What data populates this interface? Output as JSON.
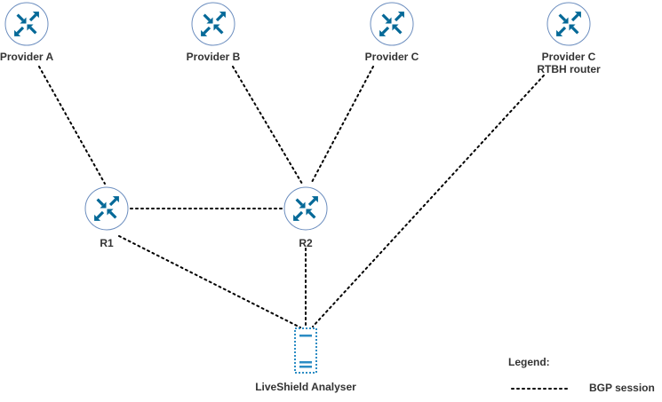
{
  "diagram": {
    "nodes": {
      "provider_a": {
        "label": "Provider A",
        "kind": "router-icon"
      },
      "provider_b": {
        "label": "Provider B",
        "kind": "router-icon"
      },
      "provider_c": {
        "label": "Provider C",
        "kind": "router-icon"
      },
      "provider_c_rtbh": {
        "label_line1": "Provider C",
        "label_line2": "RTBH router",
        "kind": "router-icon"
      },
      "r1": {
        "label": "R1",
        "kind": "router-icon"
      },
      "r2": {
        "label": "R2",
        "kind": "router-icon"
      },
      "liveshield": {
        "label": "LiveShield Analyser",
        "kind": "server-icon"
      }
    },
    "links": [
      {
        "from": "Provider A",
        "to": "R1",
        "type": "BGP session"
      },
      {
        "from": "R1",
        "to": "R2",
        "type": "BGP session"
      },
      {
        "from": "Provider B",
        "to": "R2",
        "type": "BGP session"
      },
      {
        "from": "Provider C",
        "to": "R2",
        "type": "BGP session"
      },
      {
        "from": "Provider C RTBH router",
        "to": "LiveShield Analyser",
        "type": "BGP session"
      },
      {
        "from": "R1",
        "to": "LiveShield Analyser",
        "type": "BGP session"
      },
      {
        "from": "R2",
        "to": "LiveShield Analyser",
        "type": "BGP session"
      }
    ],
    "legend": {
      "title": "Legend:",
      "bgp_label": "BGP session"
    },
    "colors": {
      "router_fill": "#ffffff",
      "router_stroke": "#6c8ebf",
      "icon_arrows": "#036897",
      "line": "#000000",
      "server": "#2b8cc4"
    }
  }
}
